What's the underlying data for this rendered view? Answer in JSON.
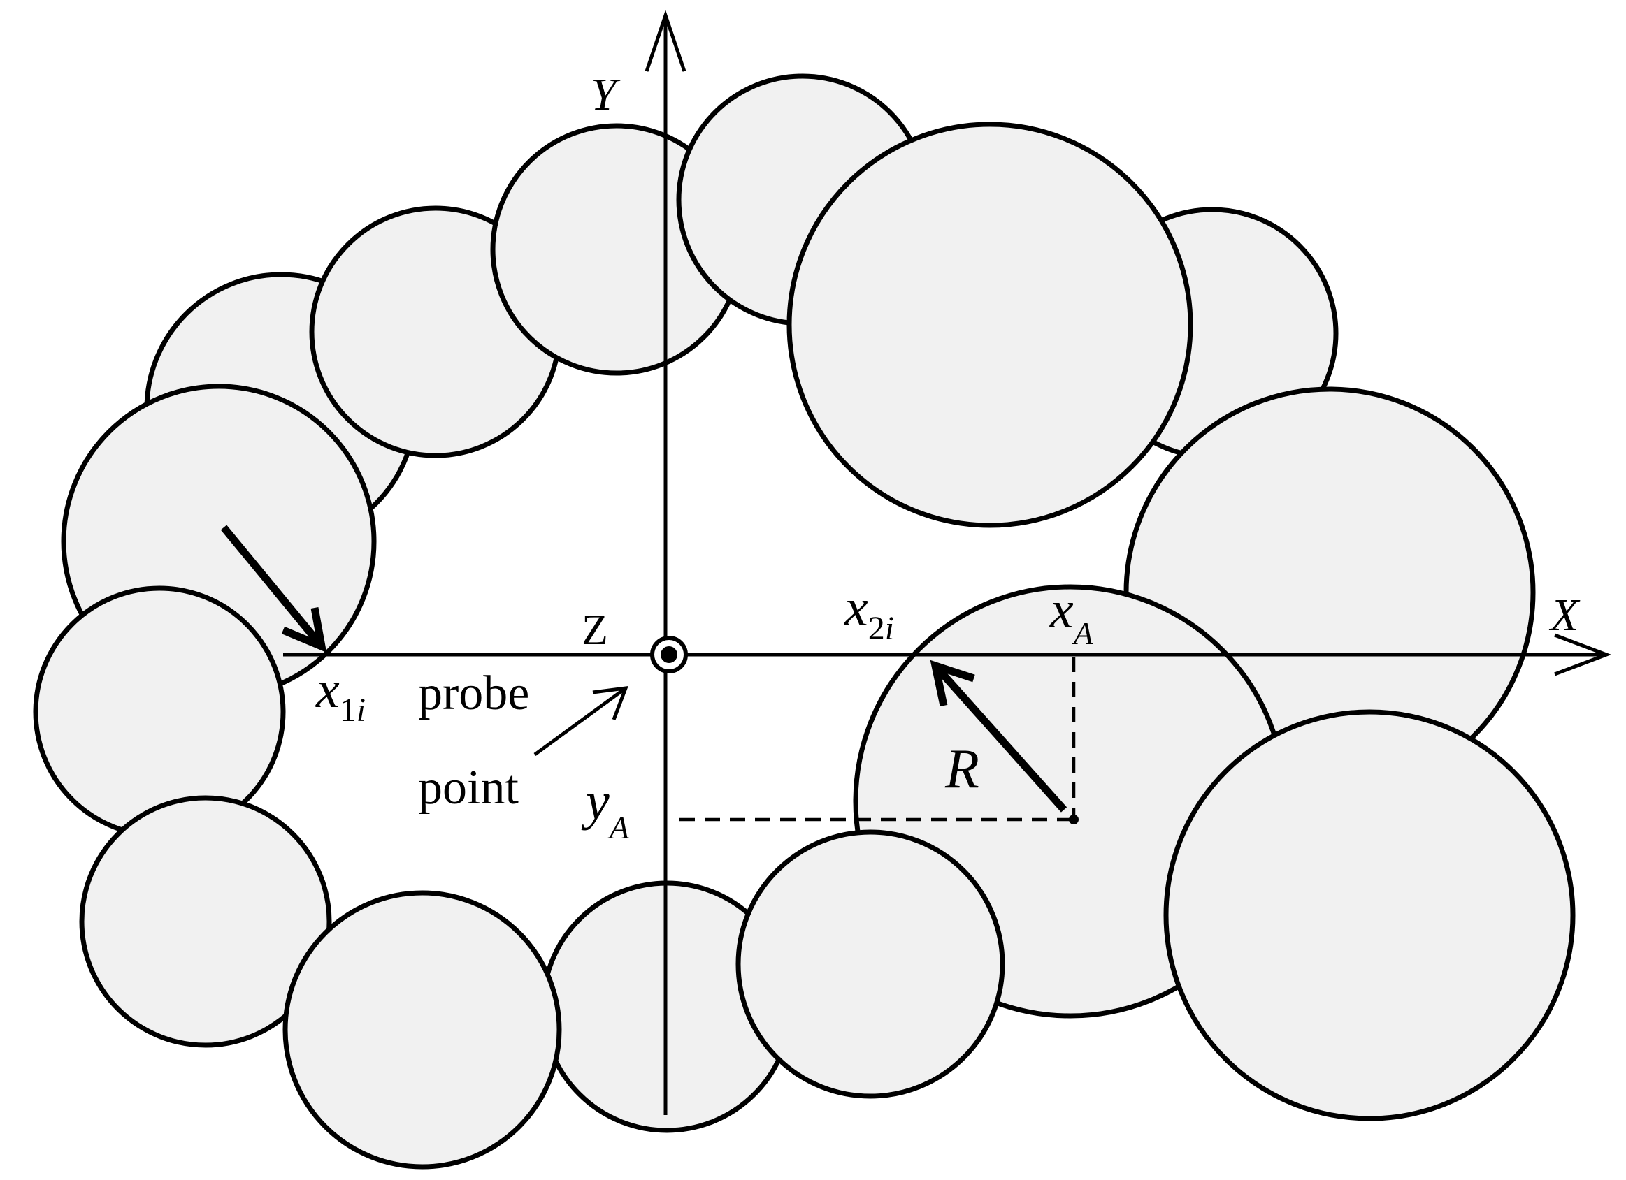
{
  "colors": {
    "particle_fill": "#f1f1f1",
    "stroke": "#000000",
    "background": "#ffffff"
  },
  "axes": {
    "x_label": "X",
    "y_label": "Y",
    "z_label": "Z"
  },
  "labels": {
    "x1": {
      "base": "x",
      "sub": "1",
      "sub_italic": "i"
    },
    "x2": {
      "base": "x",
      "sub": "2",
      "sub_italic": "i"
    },
    "xA": {
      "base": "x",
      "sub": "A"
    },
    "yA": {
      "base": "y",
      "sub": "A"
    },
    "radius": "R",
    "probe_line1": "probe",
    "probe_line2": "point"
  }
}
